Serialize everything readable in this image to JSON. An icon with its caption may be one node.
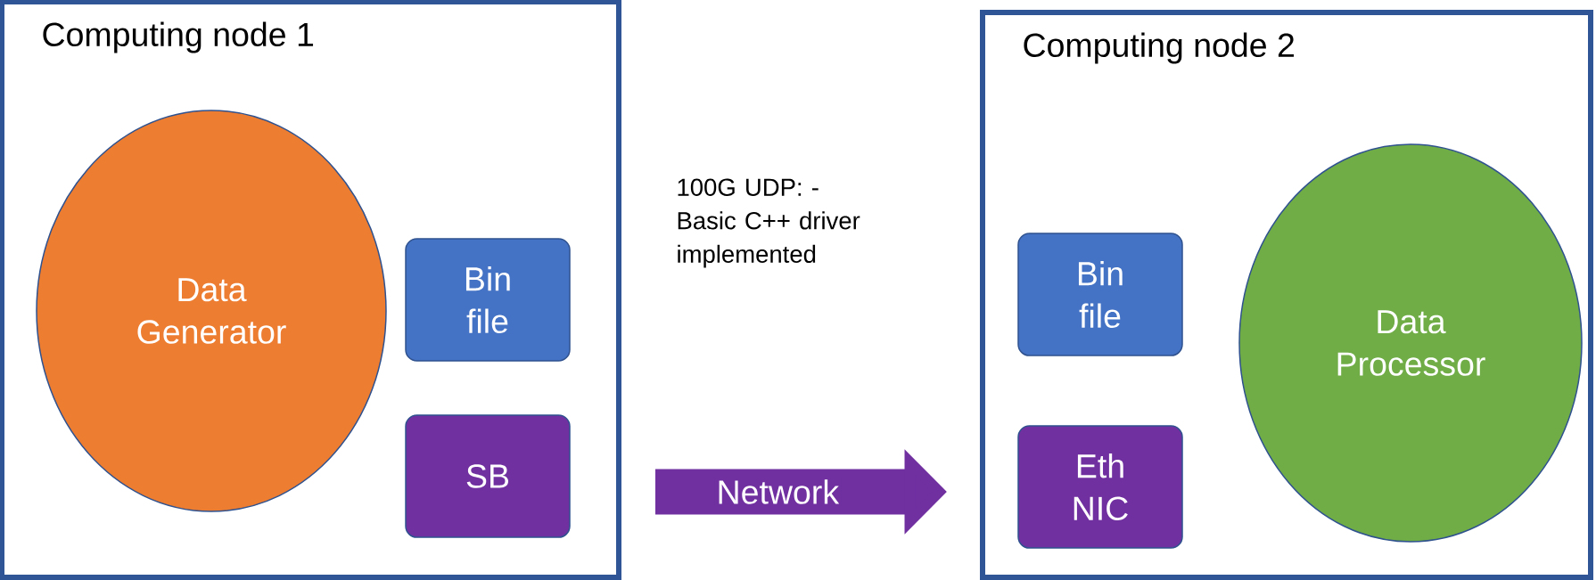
{
  "diagram": {
    "nodes": [
      {
        "text": [
          "Computing node 1"
        ]
      },
      {
        "text": [
          "Data Generator"
        ],
        "in": 0
      },
      {
        "text": [
          "Bin file"
        ],
        "in": 0
      },
      {
        "text": [
          "SB"
        ],
        "in": 0
      },
      {
        "text": [
          "Computing node 2"
        ]
      },
      {
        "text": [
          "Bin file"
        ],
        "in": 4
      },
      {
        "text": [
          "Eth NIC"
        ],
        "in": 4
      },
      {
        "text": [
          "Data Processor"
        ],
        "in": 4
      }
    ],
    "edges": [
      {
        "from": 0,
        "to": 4,
        "arrow": "to",
        "label": "Network"
      }
    ],
    "labels": [
      "100G UDP: - Basic C++ driver implemented"
    ]
  }
}
